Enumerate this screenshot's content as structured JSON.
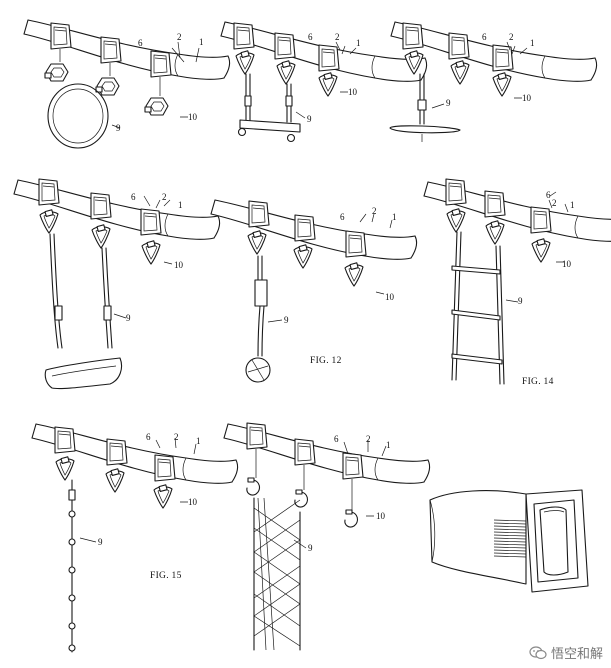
{
  "figures": [
    {
      "id": "fig-ring",
      "caption": "",
      "labels": {
        "belt": "1",
        "loop": "2",
        "connector": "6",
        "accessory": "9",
        "carabiner": "10"
      }
    },
    {
      "id": "fig-trapeze",
      "caption": "",
      "labels": {
        "belt": "1",
        "loop": "2",
        "connector": "6",
        "accessory": "9",
        "carabiner": "10"
      }
    },
    {
      "id": "fig-bar",
      "caption": "",
      "labels": {
        "belt": "1",
        "loop": "2",
        "connector": "6",
        "accessory": "9",
        "carabiner": "10"
      }
    },
    {
      "id": "fig-swing",
      "caption": "",
      "labels": {
        "belt": "1",
        "loop": "2",
        "connector": "6",
        "accessory": "9",
        "carabiner": "10"
      }
    },
    {
      "id": "fig-ball",
      "caption": "FIG. 12",
      "labels": {
        "belt": "1",
        "loop": "2",
        "connector": "6",
        "accessory": "9",
        "carabiner": "10"
      }
    },
    {
      "id": "fig-ladder",
      "caption": "FIG. 14",
      "labels": {
        "belt": "1",
        "loop": "2",
        "connector": "6",
        "accessory": "9",
        "carabiner": "10"
      }
    },
    {
      "id": "fig-knotted-rope",
      "caption": "FIG. 15",
      "labels": {
        "belt": "1",
        "loop": "2",
        "connector": "6",
        "accessory": "9",
        "carabiner": "10"
      }
    },
    {
      "id": "fig-net",
      "caption": "",
      "labels": {
        "belt": "1",
        "loop": "2",
        "connector": "6",
        "accessory": "9",
        "carabiner": "10"
      }
    },
    {
      "id": "fig-strap-detail",
      "caption": "",
      "labels": {}
    }
  ],
  "watermark": {
    "text": "悟空和解",
    "icon": "wechat-icon"
  }
}
